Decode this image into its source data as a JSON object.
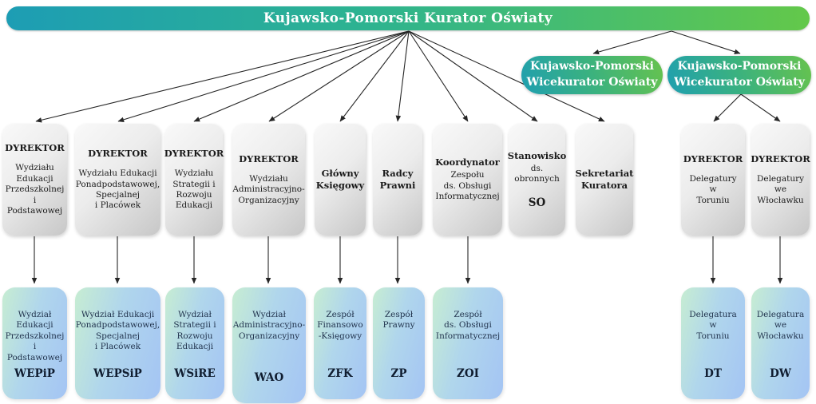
{
  "chart_title": "Kujawsko-Pomorski Kurator Oświaty",
  "root": {
    "title": "Kujawsko-Pomorski Kurator Oświaty"
  },
  "vice_curators": [
    {
      "label": "Kujawsko-Pomorski\nWicekurator Oświaty"
    },
    {
      "label": "Kujawsko-Pomorski\nWicekurator Oświaty"
    }
  ],
  "management": [
    {
      "title": "DYREKTOR",
      "subtitle": "Wydziału\nEdukacji\nPrzedszkolnej i\nPodstawowej"
    },
    {
      "title": "DYREKTOR",
      "subtitle": "Wydziału Edukacji\nPonadpodstawowej,\nSpecjalnej\ni Placówek"
    },
    {
      "title": "DYREKTOR",
      "subtitle": "Wydziału\nStrategii i\nRozwoju\nEdukacji"
    },
    {
      "title": "DYREKTOR",
      "subtitle": "Wydziału\nAdministracyjno-\nOrganizacyjny"
    },
    {
      "title": "Główny\nKsięgowy",
      "subtitle": ""
    },
    {
      "title": "Radcy\nPrawni",
      "subtitle": ""
    },
    {
      "title": "Koordynator",
      "subtitle": "Zespołu\nds. Obsługi\nInformatycznej"
    },
    {
      "title": "Stanowisko",
      "subtitle": "ds. obronnych",
      "abbr": "SO"
    },
    {
      "title": "Sekretariat\nKuratora",
      "subtitle": ""
    },
    {
      "title": "DYREKTOR",
      "subtitle": "Delegatury\nw\nToruniu"
    },
    {
      "title": "DYREKTOR",
      "subtitle": "Delegatury\nwe\nWłocławku"
    }
  ],
  "departments": [
    {
      "name": "Wydział\nEdukacji\nPrzedszkolnej\ni Podstawowej",
      "abbr": "WEPiP"
    },
    {
      "name": "Wydział Edukacji\nPonadpodstawowej,\nSpecjalnej\ni Placówek",
      "abbr": "WEPSiP"
    },
    {
      "name": "Wydział\nStrategii i\nRozwoju\nEdukacji",
      "abbr": "WSiRE"
    },
    {
      "name": "Wydział\nAdministracyjno-\nOrganizacyjny",
      "abbr": "WAO"
    },
    {
      "name": "Zespół\nFinansowo\n-Księgowy",
      "abbr": "ZFK"
    },
    {
      "name": "Zespół\nPrawny",
      "abbr": "ZP"
    },
    {
      "name": "Zespół\nds. Obsługi\nInformatycznej",
      "abbr": "ZOI"
    },
    {
      "name": "Delegatura\nw\nToruniu",
      "abbr": "DT"
    },
    {
      "name": "Delegatura\nwe\nWłocławku",
      "abbr": "DW"
    }
  ],
  "colors": {
    "banner_gradient_start": "#1d9db4",
    "banner_gradient_end": "#63c84a",
    "pill_gradient_start": "#1f9fb0",
    "pill_gradient_end": "#67c34d",
    "gray_box_light": "#f9f9f9",
    "gray_box_dark": "#c7c7c7",
    "dept_box_green": "#c7edd2",
    "dept_box_blue": "#a5c6f3",
    "connector": "#262626"
  }
}
